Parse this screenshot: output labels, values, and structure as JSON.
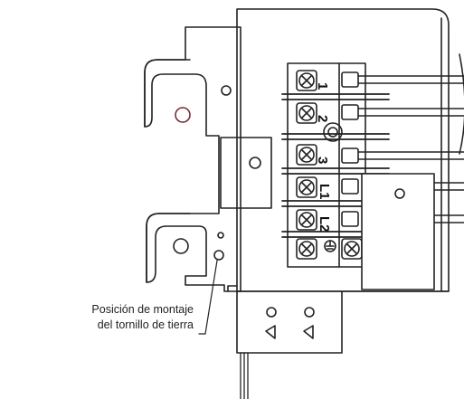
{
  "callout": {
    "line1": "Posición de montaje",
    "line2": "del tornillo de tierra"
  },
  "terminals": [
    {
      "label": "1"
    },
    {
      "label": "2"
    },
    {
      "label": "3"
    },
    {
      "label": "L1"
    },
    {
      "label": "L2"
    },
    {
      "label": ""
    }
  ],
  "colors": {
    "line": "#222222",
    "accent_circle": "#7a2a3a"
  }
}
